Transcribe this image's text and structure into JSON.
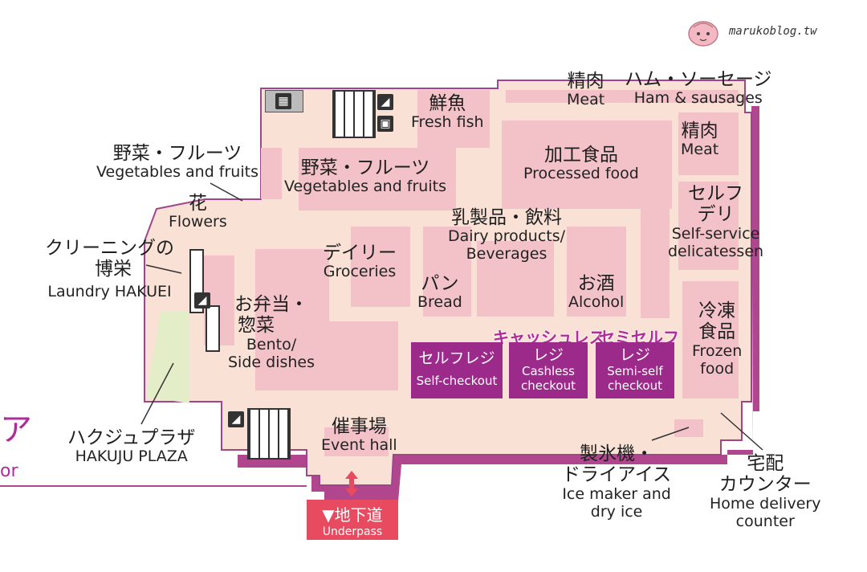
{
  "watermark": {
    "text": "marukoblog.tw"
  },
  "edge_fragments": {
    "left_big": "ア",
    "left_small": "or"
  },
  "areas": {
    "meat_top": {
      "jp": "精肉",
      "en": "Meat"
    },
    "ham": {
      "jp": "ハム・ソーセージ",
      "en": "Ham & sausages"
    },
    "fish": {
      "jp": "鮮魚",
      "en": "Fresh fish"
    },
    "meat_right": {
      "jp": "精肉",
      "en": "Meat"
    },
    "veg_outer": {
      "jp": "野菜・フルーツ",
      "en": "Vegetables and fruits"
    },
    "veg_inner": {
      "jp": "野菜・フルーツ",
      "en": "Vegetables and fruits"
    },
    "processed": {
      "jp": "加工食品",
      "en": "Processed food"
    },
    "flowers": {
      "jp": "花",
      "en": "Flowers"
    },
    "self_deli": {
      "jp1": "セルフ",
      "jp2": "デリ",
      "en1": "Self-service",
      "en2": "delicatessen"
    },
    "dairy": {
      "jp": "乳製品・飲料",
      "en1": "Dairy products/",
      "en2": "Beverages"
    },
    "laundry": {
      "jp1": "クリーニングの",
      "jp2": "博栄",
      "en": "Laundry HAKUEI"
    },
    "daily": {
      "jp": "デイリー",
      "en": "Groceries"
    },
    "bread": {
      "jp": "パン",
      "en": "Bread"
    },
    "alcohol": {
      "jp": "お酒",
      "en": "Alcohol"
    },
    "bento": {
      "jp1": "お弁当・",
      "jp2": "惣菜",
      "en1": "Bento/",
      "en2": "Side dishes"
    },
    "frozen": {
      "jp1": "冷凍",
      "jp2": "食品",
      "en1": "Frozen",
      "en2": "food"
    },
    "plaza": {
      "jp": "ハクジュプラザ",
      "en": "HAKUJU PLAZA"
    },
    "event": {
      "jp": "催事場",
      "en": "Event hall"
    },
    "ice": {
      "jp1": "製氷機・",
      "jp2": "ドライアイス",
      "en1": "Ice maker and",
      "en2": "dry ice"
    },
    "delivery": {
      "jp1": "宅配",
      "jp2": "カウンター",
      "en1": "Home delivery",
      "en2": "counter"
    }
  },
  "registers": {
    "self": {
      "jp": "セルフレジ",
      "en": "Self-checkout"
    },
    "cashless": {
      "title": "キャッシュレス",
      "jp": "レジ",
      "en1": "Cashless",
      "en2": "checkout"
    },
    "semi": {
      "title": "セミセルフ",
      "jp": "レジ",
      "en1": "Semi-self",
      "en2": "checkout"
    }
  },
  "underpass": {
    "jp": "▼地下道",
    "en": "Underpass"
  },
  "colors": {
    "floor": "#f9e1d6",
    "zone": "#f2c2c8",
    "wall": "#b0478e",
    "register": "#9b2a8a",
    "plaza": "#e3edc8",
    "underpass": "#e84a5f"
  },
  "icons": {
    "elevator": "elevator-icon",
    "escalator": "escalator-icon",
    "stair": "stairs-icon",
    "atm": "atm-icon"
  }
}
